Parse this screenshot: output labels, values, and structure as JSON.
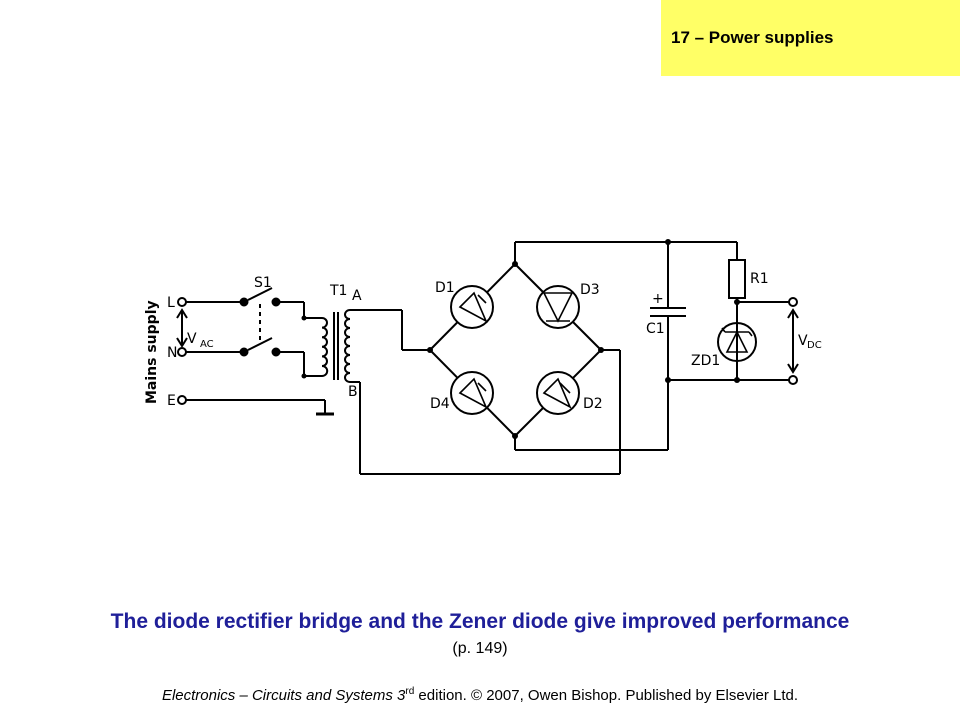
{
  "header": {
    "chapter_title": "17 – Power supplies",
    "accent_color": "#ffff66"
  },
  "diagram": {
    "side_label": "Mains supply",
    "labels": {
      "L": "L",
      "N": "N",
      "E": "E",
      "S1": "S1",
      "T1": "T1",
      "A": "A",
      "B": "B",
      "V": "V",
      "AC": "AC",
      "D1": "D1",
      "D2": "D2",
      "D3": "D3",
      "D4": "D4",
      "C1": "C1",
      "plus": "+",
      "R1": "R1",
      "ZD1": "ZD1",
      "DC": "DC"
    }
  },
  "caption": {
    "title": "The diode rectifier bridge and the Zener diode give improved performance",
    "page_ref": "(p. 149)",
    "title_color": "#1f1f99"
  },
  "footer": {
    "book_title": "Electronics – Circuits and Systems 3",
    "edition_sup": "rd",
    "edition_word": " edition",
    "rest": ". © 2007, Owen Bishop. Published by Elsevier Ltd."
  }
}
